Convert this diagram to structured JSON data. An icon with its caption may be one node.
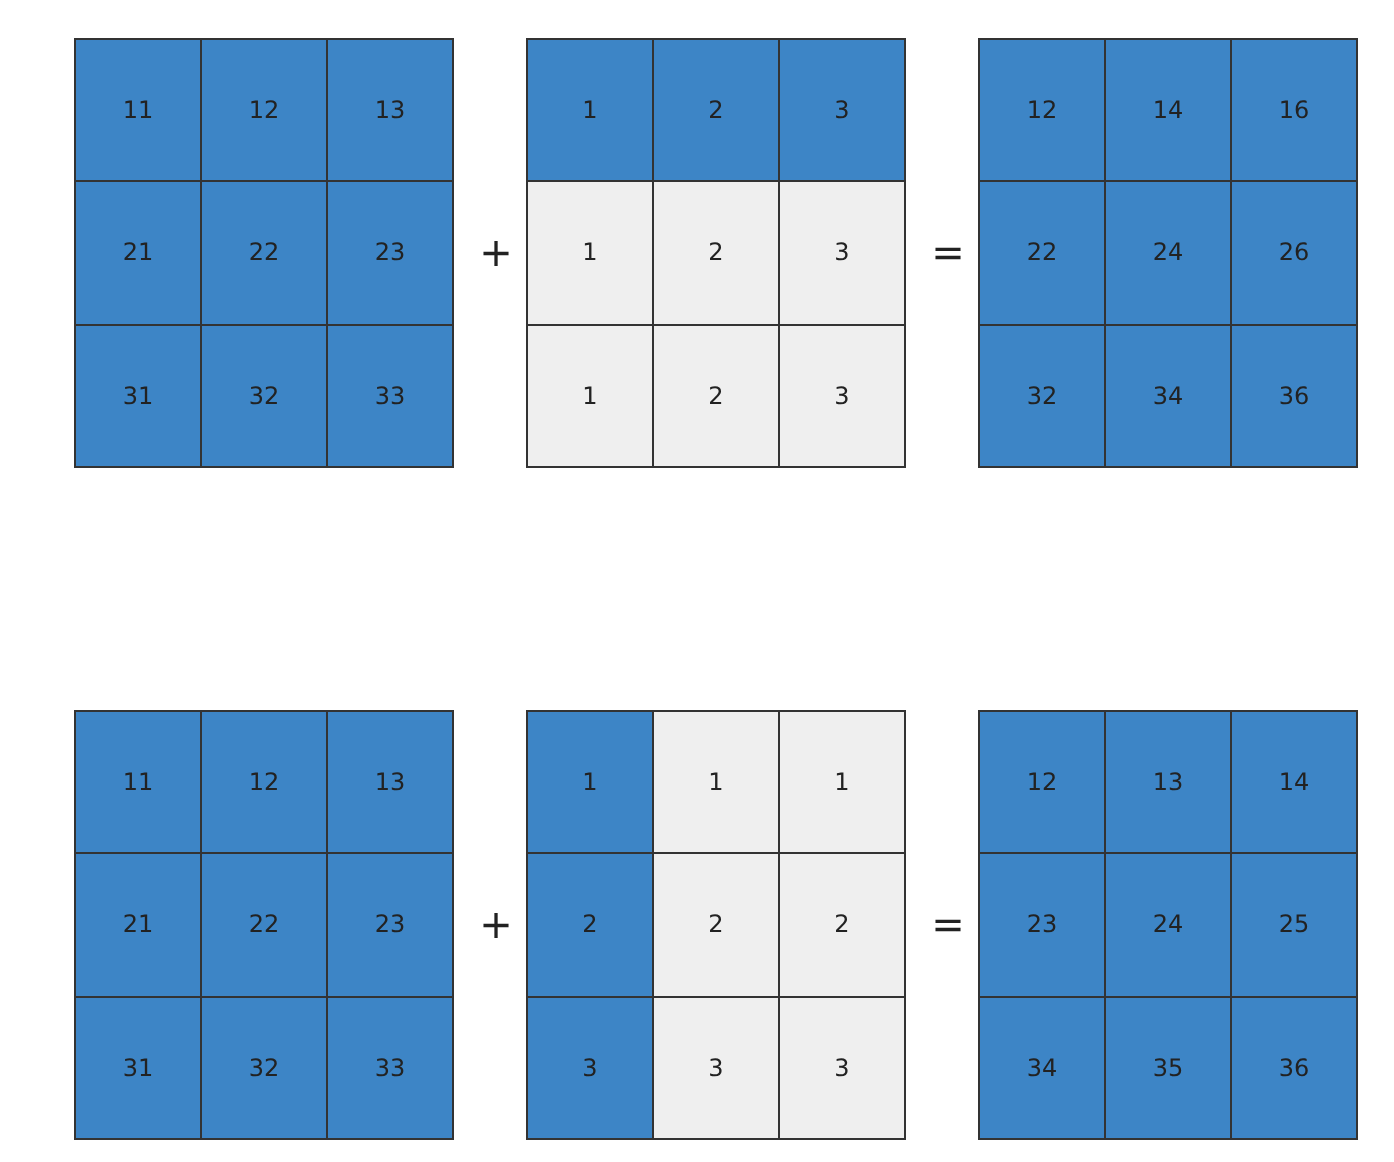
{
  "diagram": {
    "labels": [
      "11",
      "12",
      "13",
      "21",
      "22",
      "23",
      "31",
      "32",
      "33",
      "+",
      "1",
      "2",
      "3",
      "1",
      "2",
      "3",
      "1",
      "2",
      "3",
      "=",
      "12",
      "14",
      "16",
      "22",
      "24",
      "26",
      "32",
      "34",
      "36",
      "11",
      "12",
      "13",
      "21",
      "22",
      "23",
      "31",
      "32",
      "33",
      "+",
      "1",
      "1",
      "1",
      "2",
      "2",
      "2",
      "3",
      "3",
      "3",
      "=",
      "12",
      "13",
      "14",
      "23",
      "24",
      "25",
      "34",
      "35",
      "36"
    ]
  }
}
